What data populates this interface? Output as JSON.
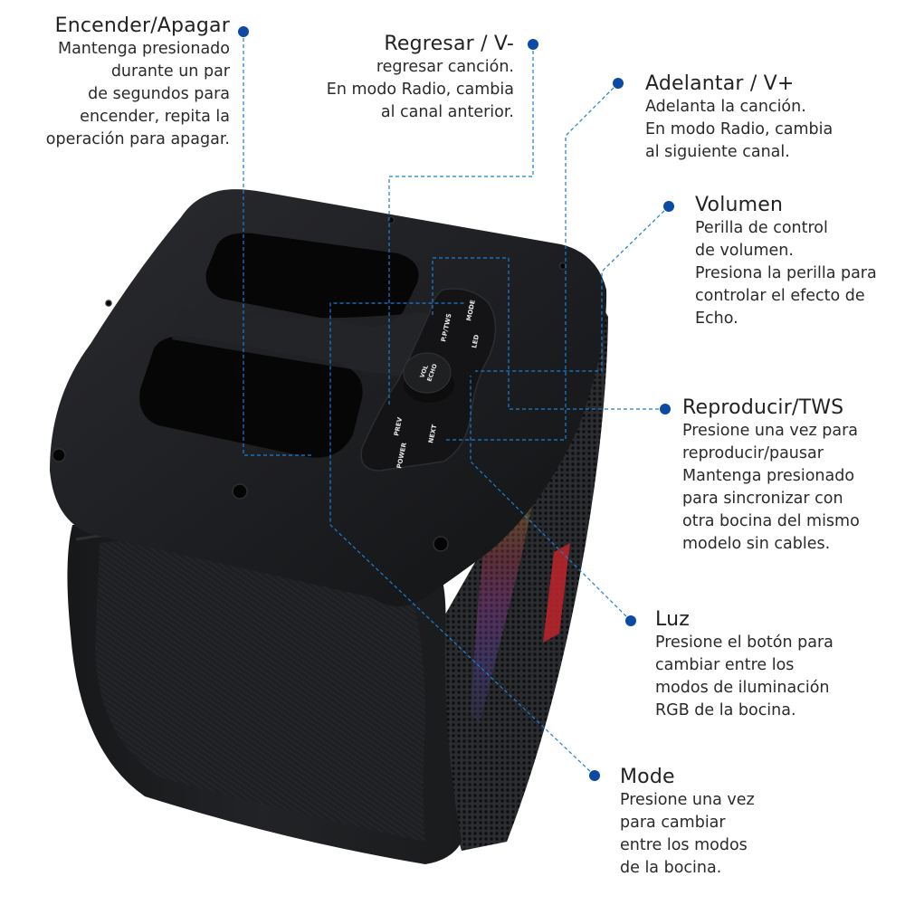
{
  "diagram": {
    "subject": "Portable party speaker top control panel",
    "accent_color": "#0c4aa6",
    "leader_line_color": "#1a7fd6",
    "speaker_body_color": "#1b1c1e"
  },
  "panel_labels": {
    "mode": "MODE",
    "play_tws": "P.P/TWS",
    "led": "LED",
    "vol_echo_top": "VOL",
    "vol_echo_bottom": "ECHO",
    "prev": "PREV",
    "next": "NEXT",
    "power": "POWER"
  },
  "callouts": [
    {
      "id": "power",
      "title": "Encender/Apagar",
      "lines": [
        "Mantenga presionado",
        "durante un par",
        "de segundos para",
        "encender, repita la",
        "operación para apagar."
      ]
    },
    {
      "id": "prev",
      "title": "Regresar / V-",
      "lines": [
        "regresar canción.",
        "En modo Radio, cambia",
        "al canal anterior."
      ]
    },
    {
      "id": "next",
      "title": "Adelantar / V+",
      "lines": [
        "Adelanta la canción.",
        "En modo Radio, cambia",
        "al siguiente canal."
      ]
    },
    {
      "id": "volume",
      "title": "Volumen",
      "lines": [
        "Perilla de control",
        "de volumen.",
        "Presiona la perilla para",
        "controlar el efecto de",
        "Echo."
      ]
    },
    {
      "id": "play_tws",
      "title": "Reproducir/TWS",
      "lines": [
        "Presione una vez para",
        "reproducir/pausar",
        "Mantenga presionado",
        "para sincronizar con",
        "otra bocina del mismo",
        "modelo sin cables."
      ]
    },
    {
      "id": "led",
      "title": "Luz",
      "lines": [
        "Presione el botón para",
        "cambiar entre los",
        "modos de iluminación",
        "RGB de la bocina."
      ]
    },
    {
      "id": "mode",
      "title": "Mode",
      "lines": [
        "Presione una vez",
        "para cambiar",
        "entre los modos",
        "de la bocina."
      ]
    }
  ]
}
